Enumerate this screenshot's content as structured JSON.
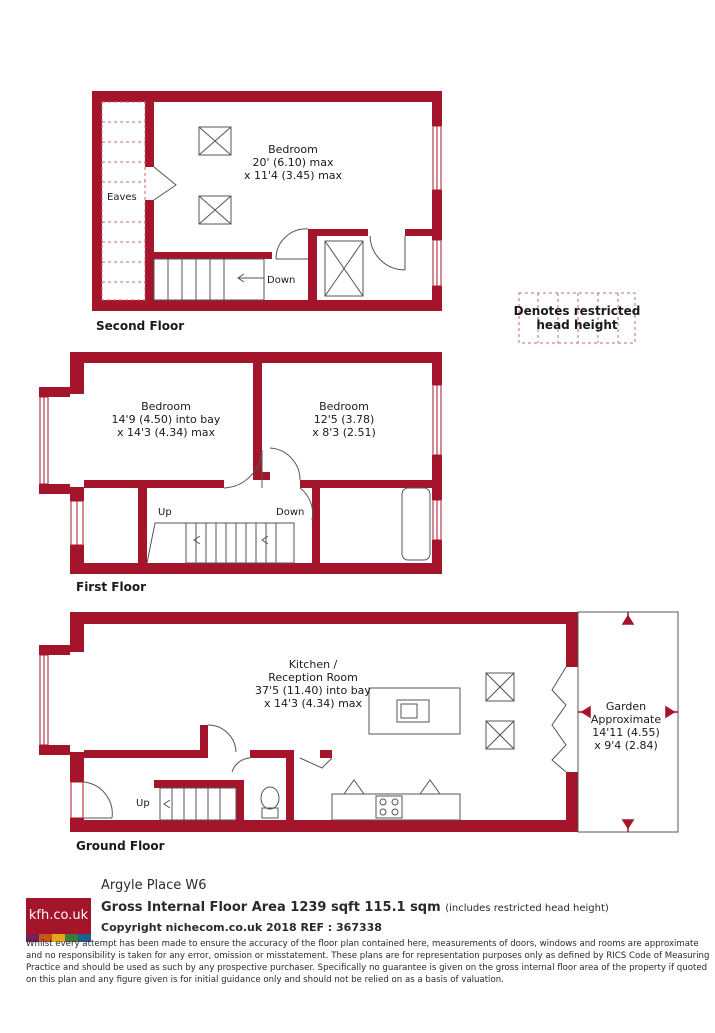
{
  "colors": {
    "wall": "#a4142a",
    "restricted": "#c46a78",
    "fixture": "#555555",
    "floor": "#ffffff"
  },
  "second_floor": {
    "label": "Second Floor",
    "bedroom": {
      "name": "Bedroom",
      "dim1": "20' (6.10) max",
      "dim2": "x 11'4 (3.45) max"
    },
    "eaves": "Eaves",
    "down": "Down"
  },
  "first_floor": {
    "label": "First Floor",
    "bedroom1": {
      "name": "Bedroom",
      "dim1": "14'9 (4.50) into bay",
      "dim2": "x 14'3 (4.34) max"
    },
    "bedroom2": {
      "name": "Bedroom",
      "dim1": "12'5 (3.78)",
      "dim2": "x 8'3 (2.51)"
    },
    "up": "Up",
    "down": "Down"
  },
  "ground_floor": {
    "label": "Ground Floor",
    "kitchen": {
      "name1": "Kitchen /",
      "name2": "Reception Room",
      "dim1": "37'5 (11.40) into bay",
      "dim2": "x 14'3 (4.34) max"
    },
    "garden": {
      "name1": "Garden",
      "name2": "Approximate",
      "dim1": "14'11 (4.55)",
      "dim2": "x 9'4 (2.84)"
    },
    "up": "Up"
  },
  "legend": {
    "line1": "Denotes restricted",
    "line2": "head height"
  },
  "footer": {
    "logo": "kfh.co.uk",
    "logo_bars": [
      "#7a1d5c",
      "#c4591b",
      "#e3a51a",
      "#3d7a3a",
      "#1f5f8b"
    ],
    "address": "Argyle Place  W6",
    "gia": "Gross Internal Floor Area 1239 sqft 115.1 sqm",
    "gia_note": "(includes restricted head height)",
    "copyright": "Copyright nichecom.co.uk 2018 REF : 367338",
    "disclaimer": "Whilst every attempt has been made to ensure the accuracy of the floor plan contained here, measurements of doors, windows and rooms are approximate and no responsibility is taken for any error, omission or misstatement.  These plans are for representation purposes only as defined by RICS Code of Measuring Practice and should be used as such by any prospective purchaser.  Specifically no guarantee is given on the gross internal floor area of the property if quoted on this plan and any figure given is for initial guidance only and should not be relied on as a basis of valuation."
  }
}
